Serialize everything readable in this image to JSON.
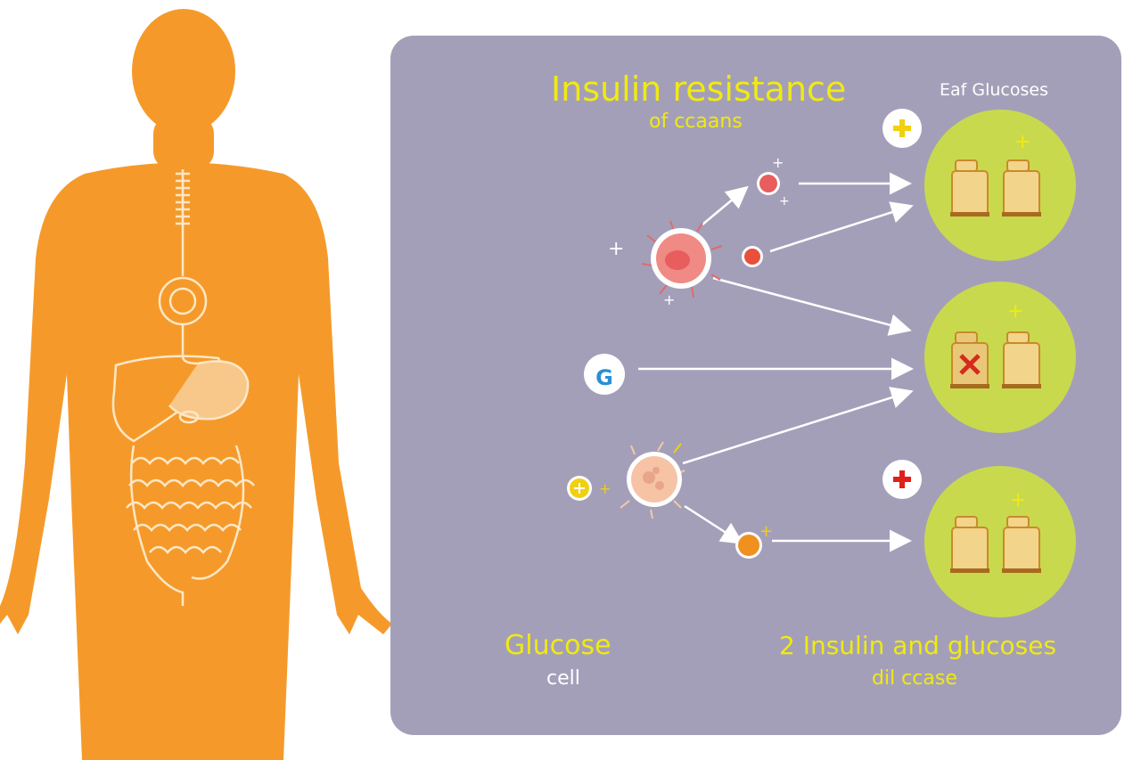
{
  "diagram": {
    "title": "Insulin resistance",
    "subtitle": "of ccaans",
    "top_right_label": "Eaf Glucoses",
    "bottom_left_label": "Glucose",
    "bottom_left_sublabel": "cell",
    "bottom_right_label": "2 Insulin and glucoses",
    "bottom_right_sublabel": "dil ccase",
    "g_marker": "G"
  },
  "colors": {
    "panel_background": "#a49fb9",
    "body_silhouette": "#f59a2a",
    "title_text": "#f0ea12",
    "target_circle": "#c9d94e",
    "glucose_container": "#f2d48a",
    "blocked_mark": "#d62a1e",
    "plus_badge_top": "#f0d010",
    "plus_badge_bottom": "#e0201a"
  }
}
